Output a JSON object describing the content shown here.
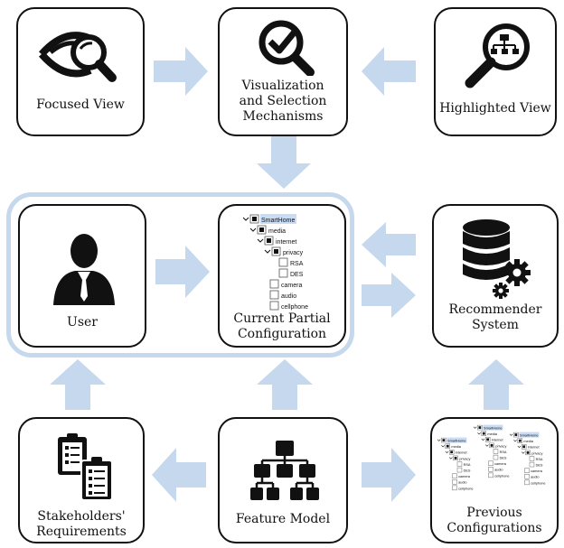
{
  "nodes": {
    "focused": {
      "label": "Focused View",
      "icon": "eye-magnifier-icon"
    },
    "visualization": {
      "label": "Visualization\nand Selection\nMechanisms",
      "icon": "check-magnifier-icon"
    },
    "highlighted": {
      "label": "Highlighted View",
      "icon": "magnifier-hierarchy-icon"
    },
    "user": {
      "label": "User",
      "icon": "user-avatar-icon"
    },
    "current": {
      "label": "Current Partial\nConfiguration",
      "icon": "feature-tree-icon"
    },
    "recommender": {
      "label": "Recommender\nSystem",
      "icon": "database-gears-icon"
    },
    "stakeholders": {
      "label": "Stakeholders'\nRequirements",
      "icon": "clipboards-icon"
    },
    "feature_model": {
      "label": "Feature Model",
      "icon": "hierarchy-icon"
    },
    "previous": {
      "label": "Previous\nConfigurations",
      "icon": "stacked-trees-icon"
    }
  },
  "tree": [
    "SmartHome",
    "media",
    "internet",
    "privacy",
    "RSA",
    "DES",
    "camera",
    "audio",
    "cellphone"
  ],
  "colors": {
    "arrow": "#c5d8ee",
    "group": "#c5d8ee",
    "highlight": "#c9dcf5",
    "border": "#111111"
  }
}
